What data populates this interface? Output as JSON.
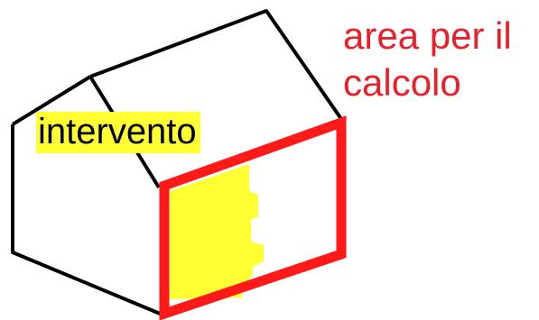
{
  "labels": {
    "area_line1": "area per il",
    "area_line2": "calcolo",
    "intervento": "intervento"
  },
  "colors": {
    "outline": "#000000",
    "highlight_frame": "#ff1a1a",
    "area_text": "#e8202a",
    "fill": "#ffff33"
  }
}
